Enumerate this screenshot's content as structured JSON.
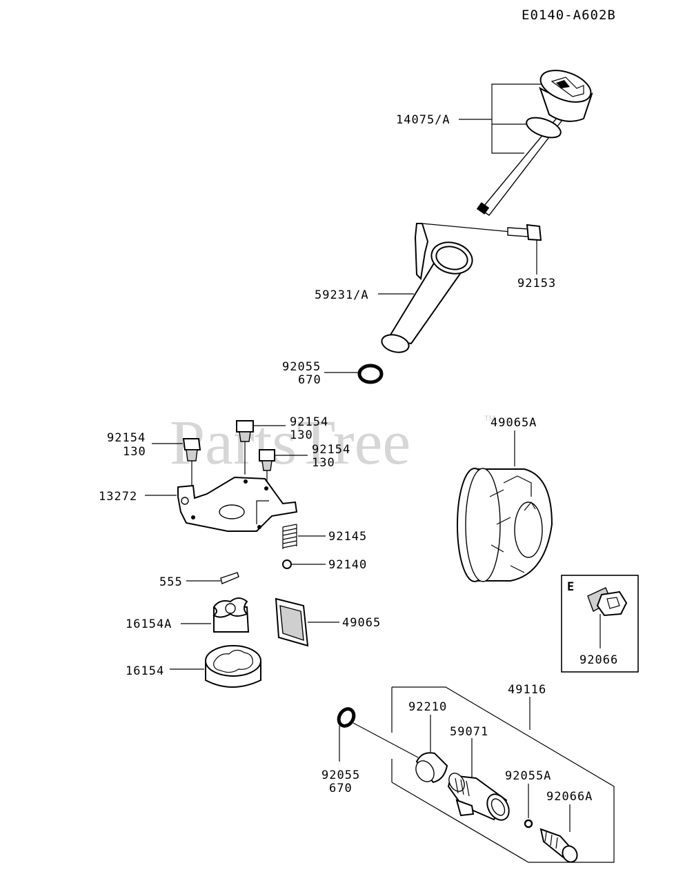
{
  "diagram_code": "E0140-A602B",
  "watermark": {
    "text": "PartsTree",
    "tm": "TM"
  },
  "inset": {
    "letter": "E",
    "part": "92066"
  },
  "labels": {
    "p14075A": "14075/A",
    "p92153": "92153",
    "p59231A": "59231/A",
    "p92055_top": "92055",
    "p92055_top_sub": "670",
    "p92154_a": "92154",
    "p92154_a_sub": "130",
    "p92154_b": "92154",
    "p92154_b_sub": "130",
    "p92154_c": "92154",
    "p92154_c_sub": "130",
    "p13272": "13272",
    "p92145": "92145",
    "p92140": "92140",
    "p555": "555",
    "p16154A": "16154A",
    "p49065": "49065",
    "p16154": "16154",
    "p49065A": "49065A",
    "p49116": "49116",
    "p92210": "92210",
    "p59071": "59071",
    "p92055_bot": "92055",
    "p92055_bot_sub": "670",
    "p92055A": "92055A",
    "p92066A": "92066A"
  }
}
